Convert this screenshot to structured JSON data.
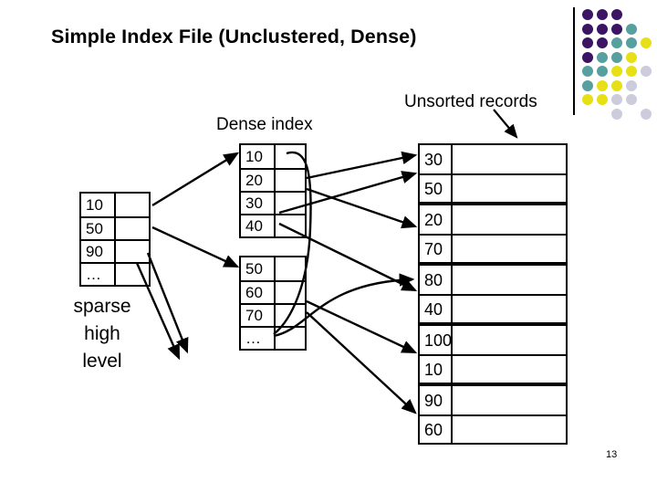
{
  "slide": {
    "title": "Simple Index File (Unclustered, Dense)",
    "page_number": "13",
    "background_color": "#ffffff",
    "text_color": "#000000"
  },
  "labels": {
    "dense_index": "Dense index",
    "unsorted_records": "Unsorted records",
    "sparse_caption_line1": "sparse",
    "sparse_caption_line2": "high",
    "sparse_caption_line3": "level"
  },
  "sparse_index": {
    "name": "sparse high level index",
    "rows": [
      "10",
      "50",
      "90",
      "…"
    ]
  },
  "dense_index": {
    "name": "Dense index",
    "blocks": [
      {
        "rows": [
          "10",
          "20",
          "30",
          "40"
        ]
      },
      {
        "rows": [
          "50",
          "60",
          "70",
          "…"
        ]
      }
    ]
  },
  "records": {
    "name": "Unsorted records",
    "blocks": [
      {
        "rows": [
          "30",
          "50"
        ]
      },
      {
        "rows": [
          "20",
          "70"
        ]
      },
      {
        "rows": [
          "80",
          "40"
        ]
      },
      {
        "rows": [
          "100",
          "10"
        ]
      },
      {
        "rows": [
          "90",
          "60"
        ]
      }
    ]
  },
  "decoration": {
    "name": "dot-grid",
    "colors": {
      "purple": "#3b1464",
      "teal": "#58a0a0",
      "yellow": "#e6e014",
      "lavender": "#ccccdd",
      "rule": "#000000"
    },
    "dots": [
      {
        "col": 0,
        "row": 0,
        "color": "purple"
      },
      {
        "col": 1,
        "row": 0,
        "color": "purple"
      },
      {
        "col": 2,
        "row": 0,
        "color": "purple"
      },
      {
        "col": 0,
        "row": 1,
        "color": "purple"
      },
      {
        "col": 1,
        "row": 1,
        "color": "purple"
      },
      {
        "col": 2,
        "row": 1,
        "color": "purple"
      },
      {
        "col": 3,
        "row": 1,
        "color": "teal"
      },
      {
        "col": 0,
        "row": 2,
        "color": "purple"
      },
      {
        "col": 1,
        "row": 2,
        "color": "purple"
      },
      {
        "col": 2,
        "row": 2,
        "color": "teal"
      },
      {
        "col": 3,
        "row": 2,
        "color": "teal"
      },
      {
        "col": 4,
        "row": 2,
        "color": "yellow"
      },
      {
        "col": 0,
        "row": 3,
        "color": "purple"
      },
      {
        "col": 1,
        "row": 3,
        "color": "teal"
      },
      {
        "col": 2,
        "row": 3,
        "color": "teal"
      },
      {
        "col": 3,
        "row": 3,
        "color": "yellow"
      },
      {
        "col": 0,
        "row": 4,
        "color": "teal"
      },
      {
        "col": 1,
        "row": 4,
        "color": "teal"
      },
      {
        "col": 2,
        "row": 4,
        "color": "yellow"
      },
      {
        "col": 3,
        "row": 4,
        "color": "yellow"
      },
      {
        "col": 4,
        "row": 4,
        "color": "lavender"
      },
      {
        "col": 0,
        "row": 5,
        "color": "teal"
      },
      {
        "col": 1,
        "row": 5,
        "color": "yellow"
      },
      {
        "col": 2,
        "row": 5,
        "color": "yellow"
      },
      {
        "col": 3,
        "row": 5,
        "color": "lavender"
      },
      {
        "col": 0,
        "row": 6,
        "color": "yellow"
      },
      {
        "col": 1,
        "row": 6,
        "color": "yellow"
      },
      {
        "col": 2,
        "row": 6,
        "color": "lavender"
      },
      {
        "col": 3,
        "row": 6,
        "color": "lavender"
      },
      {
        "col": 2,
        "row": 7,
        "color": "lavender"
      },
      {
        "col": 4,
        "row": 7,
        "color": "lavender"
      }
    ]
  }
}
